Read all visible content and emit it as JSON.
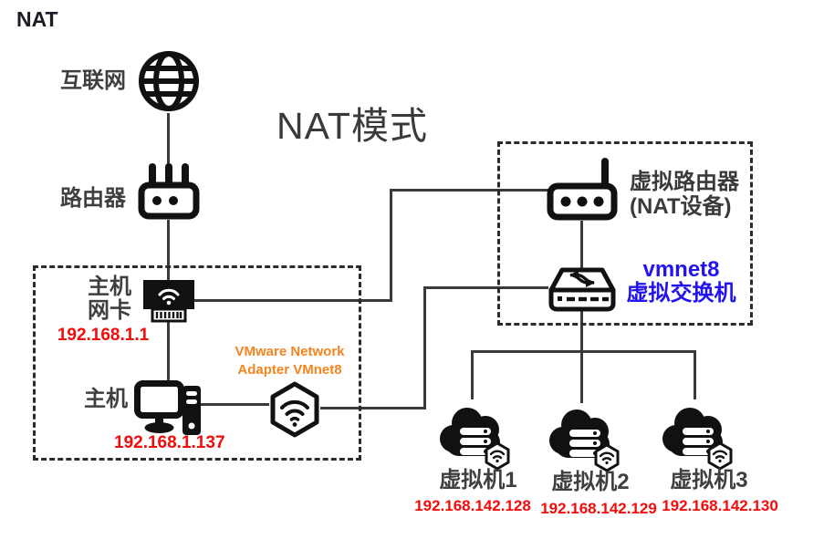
{
  "page_title": "NAT",
  "diagram_title": "NAT模式",
  "colors": {
    "label_gray": "#3f3f3f",
    "ip_red": "#f40b0b",
    "adapter_orange": "#f5831f",
    "switch_blue": "#2313f0",
    "line_gray": "#3a3a3a"
  },
  "internet": {
    "label": "互联网"
  },
  "router": {
    "label": "路由器"
  },
  "host_box": {
    "nic_label_line1": "主机",
    "nic_label_line2": "网卡",
    "nic_ip": "192.168.1.1",
    "host_label": "主机",
    "host_ip": "192.168.1.137",
    "adapter_label_line1": "VMware Network",
    "adapter_label_line2": "Adapter VMnet8"
  },
  "nat_box": {
    "router_label_line1": "虚拟路由器",
    "router_label_line2": "(NAT设备)",
    "switch_label_line1": "vmnet8",
    "switch_label_line2": "虚拟交换机"
  },
  "vms": [
    {
      "label": "虚拟机1",
      "ip": "192.168.142.128"
    },
    {
      "label": "虚拟机2",
      "ip": "192.168.142.129"
    },
    {
      "label": "虚拟机3",
      "ip": "192.168.142.130"
    }
  ]
}
